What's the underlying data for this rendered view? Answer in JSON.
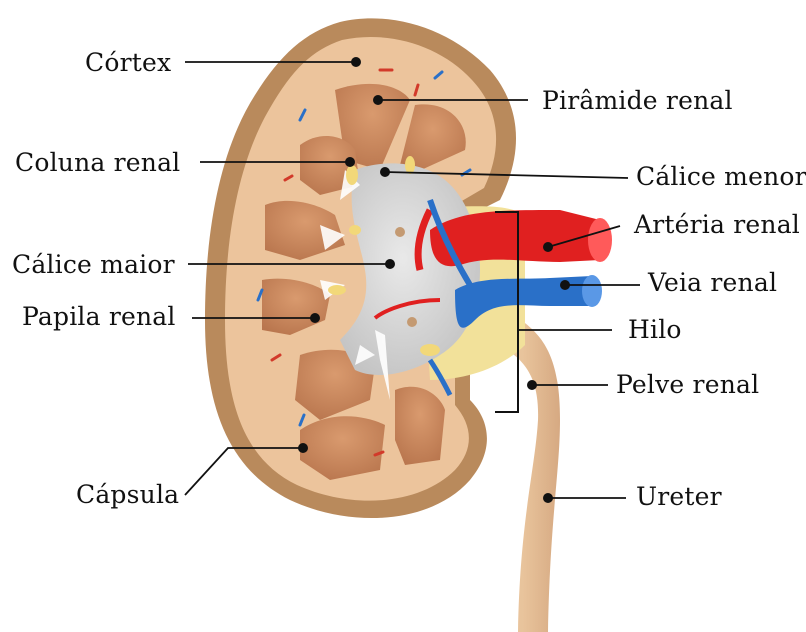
{
  "diagram": {
    "labels": {
      "cortex": "Córtex",
      "renal_pyramid": "Pirâmide renal",
      "renal_column": "Coluna renal",
      "minor_calyx": "Cálice menor",
      "renal_artery": "Artéria renal",
      "major_calyx": "Cálice maior",
      "renal_vein": "Veia renal",
      "renal_papilla": "Papila renal",
      "hilum": "Hilo",
      "renal_pelvis": "Pelve renal",
      "capsule": "Cápsula",
      "ureter": "Ureter"
    },
    "colors": {
      "capsule": "#b98a5c",
      "cortex": "#ecc49c",
      "pyramid": "#c9875c",
      "calyx": "#dcdcdc",
      "artery": "#e02020",
      "vein": "#2a70c8",
      "ureter": "#ecc9a2",
      "fat": "#f2e19a",
      "line": "#111111"
    }
  }
}
